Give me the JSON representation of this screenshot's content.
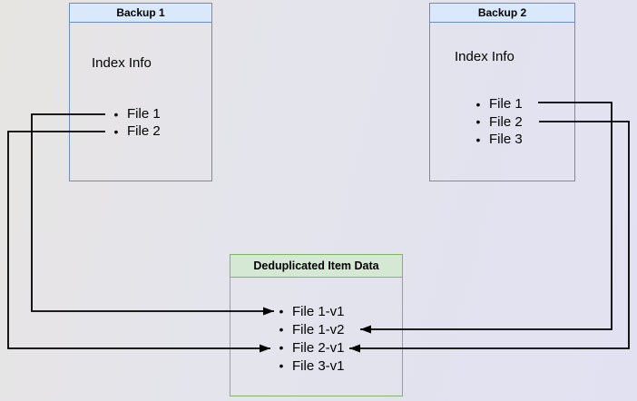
{
  "diagram": {
    "backup1": {
      "title": "Backup 1",
      "section_label": "Index Info",
      "items": [
        "File 1",
        "File 2"
      ]
    },
    "backup2": {
      "title": "Backup 2",
      "section_label": "Index Info",
      "items": [
        "File 1",
        "File 2",
        "File 3"
      ]
    },
    "dedup": {
      "title": "Deduplicated Item Data",
      "items": [
        "File 1-v1",
        "File 1-v2",
        "File 2-v1",
        "File 3-v1"
      ]
    },
    "bullet_glyph": "•",
    "connections": [
      {
        "from": "Backup 1 / File 1",
        "to": "File 1-v1",
        "enters": "left"
      },
      {
        "from": "Backup 1 / File 2",
        "to": "File 2-v1",
        "enters": "left"
      },
      {
        "from": "Backup 2 / File 1",
        "to": "File 1-v2",
        "enters": "right"
      },
      {
        "from": "Backup 2 / File 2",
        "to": "File 2-v1",
        "enters": "right"
      }
    ],
    "colors": {
      "background_left": "#e7e5e2",
      "background_right": "#e1e1f2",
      "blue_box_border": "#6c8ebf",
      "blue_box_title_fill": "#dae8fc",
      "green_box_border": "#82b366",
      "green_box_title_fill": "#d5e8d4",
      "arrow": "#000000",
      "text": "#000000"
    }
  }
}
